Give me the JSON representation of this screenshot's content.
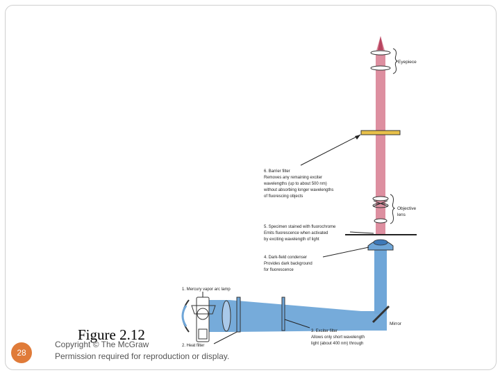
{
  "slide": {
    "figure_title": "Figure 2.12",
    "copyright": "Copyright © The McGraw",
    "permission": "Permission required for reproduction or display.",
    "page_number": "28"
  },
  "diagram": {
    "colors": {
      "excitation": "#6fa6d8",
      "emission": "#dd8fa0",
      "filter": "#e8c04a"
    },
    "labels": {
      "eyepiece": "Eyepiece",
      "barrier_filter": [
        "6. Barrier filter",
        "Removes any remaining exciter",
        "wavelengths (up to about 500 nm)",
        "without absorbing longer wavelengths",
        "of fluorescing objects"
      ],
      "objective": [
        "Objective",
        "lens"
      ],
      "specimen": [
        "5. Specimen stained with fluorochrome",
        "Emits fluorescence when activated",
        "by exciting wavelength of light"
      ],
      "condenser": [
        "4. Dark-field condenser",
        "Provides dark background",
        "for fluorescence"
      ],
      "lamp": "1. Mercury vapor arc lamp",
      "heat_filter": "2. Heat filter",
      "mirror": "Mirror",
      "exciter_filter": [
        "3. Exciter filter",
        "Allows only short wavelength",
        "light (about 400 nm) through"
      ]
    }
  }
}
